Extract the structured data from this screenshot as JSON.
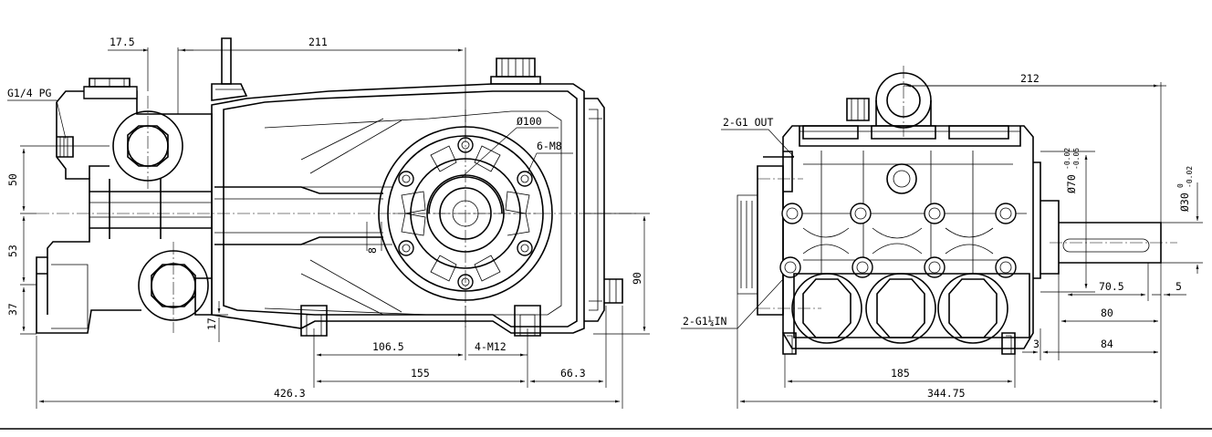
{
  "front_view": {
    "dims": {
      "d_17_5": "17.5",
      "d_211": "211",
      "d_g14pg": "G1/4 PG",
      "d_dia100": "Ø100",
      "d_6m8": "6-M8",
      "d_50": "50",
      "d_53": "53",
      "d_37": "37",
      "d_8": "8",
      "d_17": "17",
      "d_90": "90",
      "d_106_5": "106.5",
      "d_4m12": "4-M12",
      "d_155": "155",
      "d_66_3": "66.3",
      "d_426_3": "426.3"
    }
  },
  "side_view": {
    "dims": {
      "d_212": "212",
      "d_2g1out": "2-G1 OUT",
      "d_dia70": "Ø70",
      "d_dia70_tol_up": "-0.02",
      "d_dia70_tol_low": "-0.05",
      "d_dia30": "Ø30",
      "d_dia30_tol_up": "0",
      "d_dia30_tol_low": "-0.02",
      "d_70_5": "70.5",
      "d_5": "5",
      "d_80": "80",
      "d_2g114in": "2-G1¼IN",
      "d_3": "3",
      "d_84": "84",
      "d_185": "185",
      "d_344_75": "344.75"
    }
  }
}
